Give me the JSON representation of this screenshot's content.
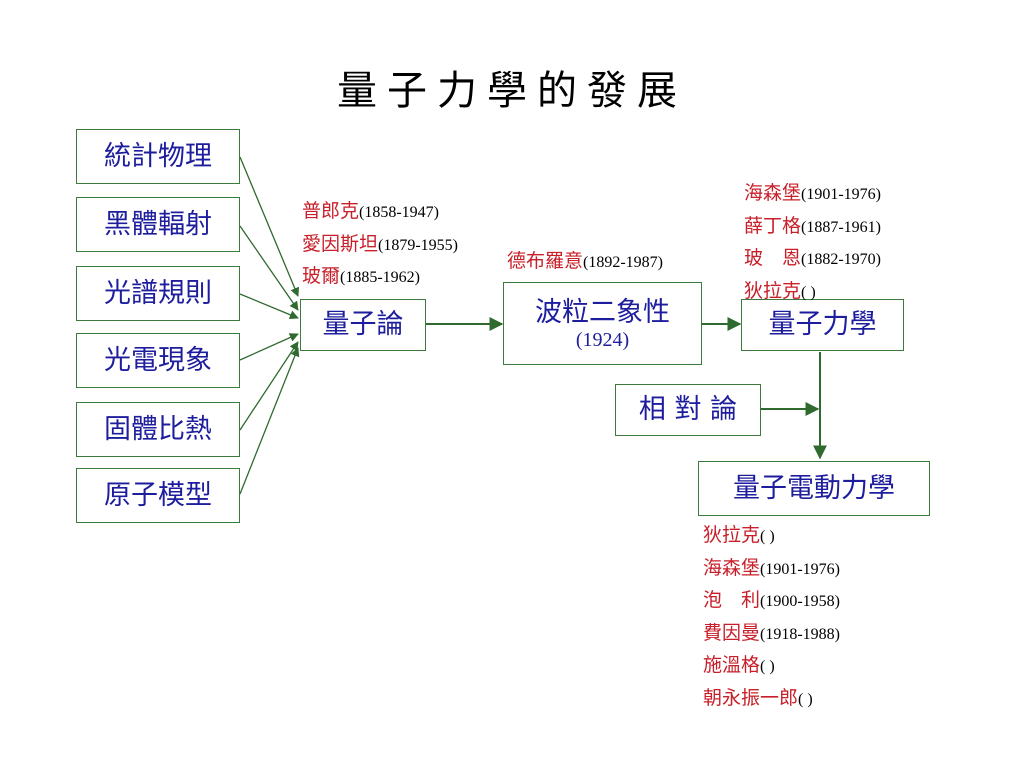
{
  "title": "量子力學的發展",
  "sources": [
    {
      "label": "統計物理"
    },
    {
      "label": "黑體輻射"
    },
    {
      "label": "光譜規則"
    },
    {
      "label": "光電現象"
    },
    {
      "label": "固體比熱"
    },
    {
      "label": "原子模型"
    }
  ],
  "nodes": {
    "quantum_theory": "量子論",
    "wave_particle": {
      "label": "波粒二象性",
      "year": "(1924)"
    },
    "quantum_mechanics": "量子力學",
    "relativity": "相 對 論",
    "qed": "量子電動力學"
  },
  "scientists": {
    "quantum_theory": [
      {
        "name": "普郎克",
        "years": "(1858-1947)"
      },
      {
        "name": "愛因斯坦",
        "years": "(1879-1955)"
      },
      {
        "name": "玻爾",
        "years": "(1885-1962)"
      }
    ],
    "wave_particle": [
      {
        "name": "德布羅意",
        "years": "(1892-1987)"
      }
    ],
    "quantum_mechanics": [
      {
        "name": "海森堡",
        "years": "(1901-1976)"
      },
      {
        "name": "薛丁格",
        "years": "(1887-1961)"
      },
      {
        "name": "玻　恩",
        "years": "(1882-1970)"
      },
      {
        "name": "狄拉克",
        "years": "(            )"
      }
    ],
    "qed": [
      {
        "name": "狄拉克",
        "years": "(            )"
      },
      {
        "name": "海森堡",
        "years": "(1901-1976)"
      },
      {
        "name": "泡　利",
        "years": "(1900-1958)"
      },
      {
        "name": "費因曼",
        "years": "(1918-1988)"
      },
      {
        "name": "施溫格",
        "years": "(            )"
      },
      {
        "name": "朝永振一郎",
        "years": "(     )"
      }
    ]
  },
  "colors": {
    "box_border": "#3d7a3d",
    "box_text": "#1d1d9e",
    "scientist_name": "#c8202a",
    "arrow": "#2f6a2f"
  }
}
